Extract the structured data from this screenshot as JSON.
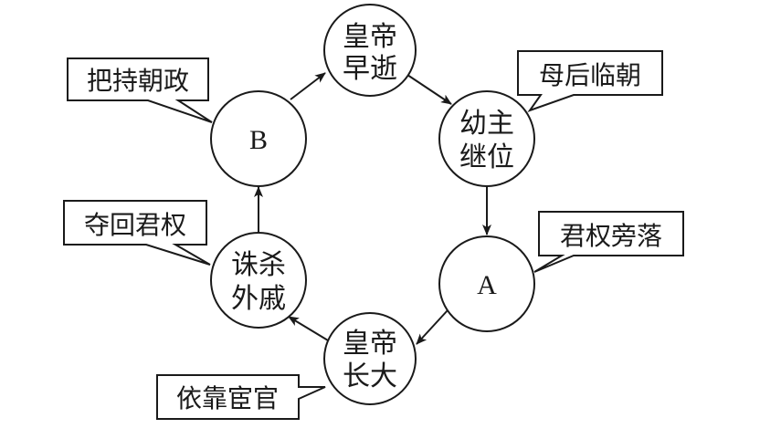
{
  "diagram": {
    "type": "cycle",
    "nodes": [
      {
        "id": "emperor-dies-early",
        "lines": [
          "皇帝",
          "早逝"
        ]
      },
      {
        "id": "young-ruler-succeeds",
        "lines": [
          "幼主",
          "继位"
        ]
      },
      {
        "id": "node-a",
        "lines": [
          "A"
        ]
      },
      {
        "id": "emperor-grows-up",
        "lines": [
          "皇帝",
          "长大"
        ]
      },
      {
        "id": "kill-relatives",
        "lines": [
          "诛杀",
          "外戚"
        ]
      },
      {
        "id": "node-b",
        "lines": [
          "B"
        ]
      }
    ],
    "edges": [
      {
        "from": "emperor-dies-early",
        "to": "young-ruler-succeeds"
      },
      {
        "from": "young-ruler-succeeds",
        "to": "node-a"
      },
      {
        "from": "node-a",
        "to": "emperor-grows-up"
      },
      {
        "from": "emperor-grows-up",
        "to": "kill-relatives"
      },
      {
        "from": "kill-relatives",
        "to": "node-b"
      },
      {
        "from": "node-b",
        "to": "emperor-dies-early"
      }
    ],
    "callouts": [
      {
        "attached_to": "node-b",
        "text": "把持朝政"
      },
      {
        "attached_to": "young-ruler-succeeds",
        "text": "母后临朝"
      },
      {
        "attached_to": "node-a",
        "text": "君权旁落"
      },
      {
        "attached_to": "kill-relatives",
        "text": "夺回君权"
      },
      {
        "attached_to": "emperor-grows-up",
        "text": "依靠宦官"
      }
    ]
  }
}
